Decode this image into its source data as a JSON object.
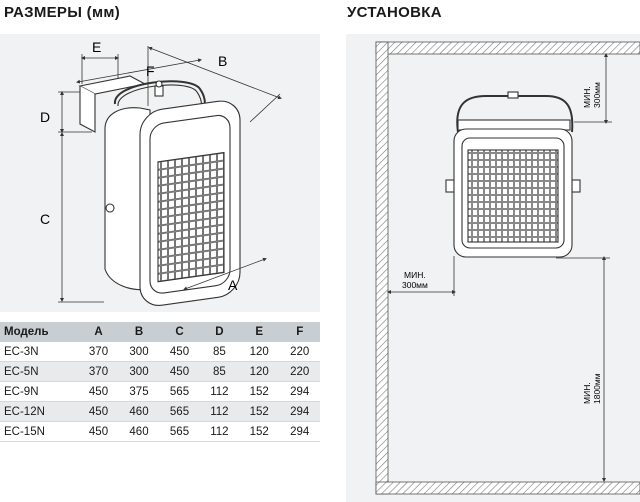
{
  "headings": {
    "dimensions": "РАЗМЕРЫ (мм)",
    "installation": "УСТАНОВКА"
  },
  "dimension_letters": {
    "a": "A",
    "b": "B",
    "c": "C",
    "d": "D",
    "e": "E",
    "f": "F"
  },
  "installation_labels": {
    "top_clearance": [
      "МИН.",
      "300мм"
    ],
    "side_clearance": [
      "МИН.",
      "300мм"
    ],
    "floor_clearance": [
      "МИН.",
      "1800мм"
    ]
  },
  "table": {
    "columns": [
      "Модель",
      "A",
      "B",
      "C",
      "D",
      "E",
      "F"
    ],
    "rows": [
      [
        "EC-3N",
        "370",
        "300",
        "450",
        "85",
        "120",
        "220"
      ],
      [
        "EC-5N",
        "370",
        "300",
        "450",
        "85",
        "120",
        "220"
      ],
      [
        "EC-9N",
        "450",
        "375",
        "565",
        "112",
        "152",
        "294"
      ],
      [
        "EC-12N",
        "450",
        "460",
        "565",
        "112",
        "152",
        "294"
      ],
      [
        "EC-15N",
        "450",
        "460",
        "565",
        "112",
        "152",
        "294"
      ]
    ]
  },
  "colors": {
    "panel_bg": "#f1f2f3",
    "header_bg": "#c9ced2",
    "wall_hatch": "#7a7a7a",
    "line": "#333333"
  }
}
